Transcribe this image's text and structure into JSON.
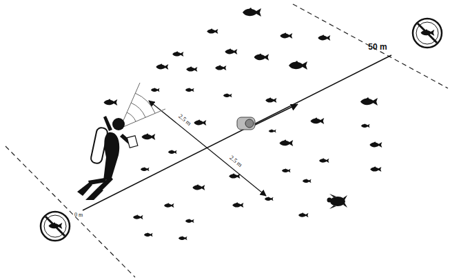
{
  "diagram": {
    "labels": [
      "2.5 m",
      "2.5 m",
      "0 m",
      "50 m"
    ]
  }
}
